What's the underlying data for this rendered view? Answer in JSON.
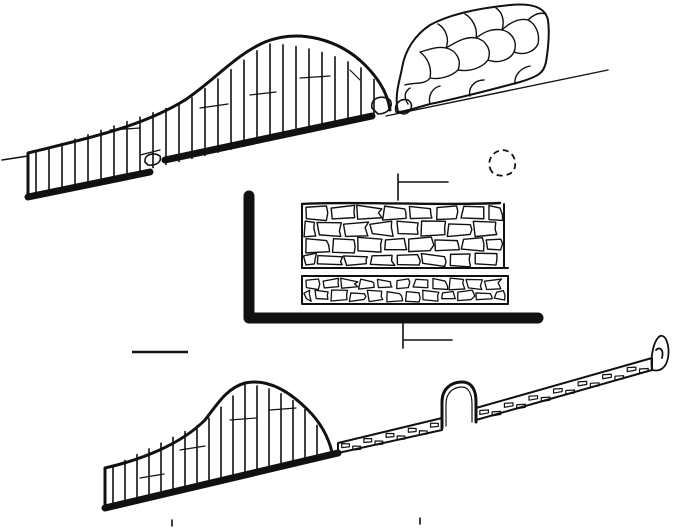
{
  "figure": {
    "kind": "archaeological section drawing",
    "colors": {
      "ink": "#111111",
      "paper": "#ffffff"
    },
    "panels": [
      {
        "id": "upper-section",
        "features": [
          "hatched-mound",
          "stone-boulder",
          "ground-line",
          "buried-floor"
        ]
      },
      {
        "id": "wall-detail",
        "features": [
          "l-shaped-wall",
          "upper-stone-course",
          "lower-stone-course",
          "level-marks"
        ]
      },
      {
        "id": "lower-section",
        "features": [
          "hatched-mound",
          "rubble-fill",
          "stone-arch",
          "end-stone"
        ]
      }
    ],
    "scale_bar": {
      "present": true
    }
  }
}
